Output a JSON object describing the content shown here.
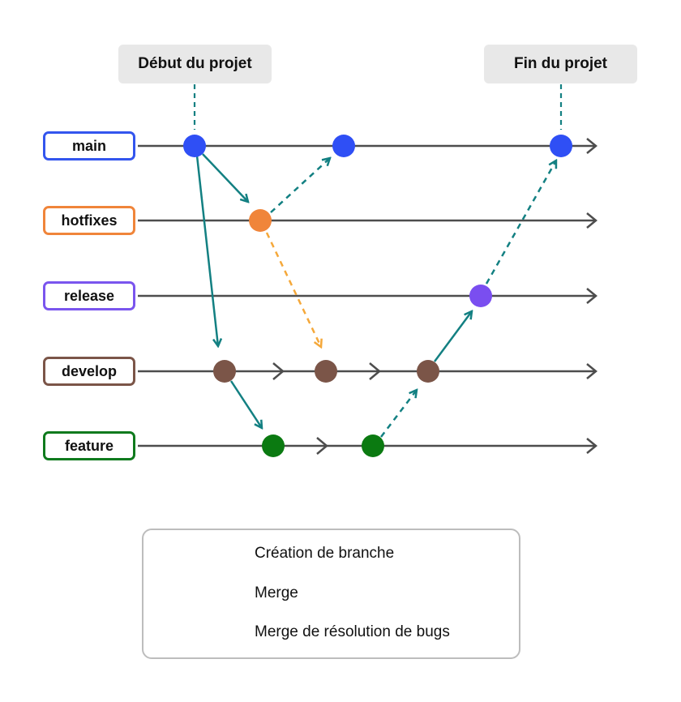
{
  "tags": {
    "start": "Début du projet",
    "end": "Fin du projet"
  },
  "branches": [
    {
      "id": "main",
      "label": "main",
      "color": "#3355ee"
    },
    {
      "id": "hotfixes",
      "label": "hotfixes",
      "color": "#f0853a"
    },
    {
      "id": "release",
      "label": "release",
      "color": "#7a55ee"
    },
    {
      "id": "develop",
      "label": "develop",
      "color": "#7b5548"
    },
    {
      "id": "feature",
      "label": "feature",
      "color": "#0f7a1d"
    }
  ],
  "colors": {
    "line": "#4d4d4d",
    "creation": "#138082",
    "merge": "#138082",
    "bugfix": "#f5a83a",
    "main_commit": "#2f4ff5",
    "hotfix_commit": "#f0853a",
    "release_commit": "#7a4ef0",
    "develop_commit": "#7b5548",
    "feature_commit": "#0b7a11"
  },
  "legend": {
    "creation": "Création de branche",
    "merge": "Merge",
    "bugfix": "Merge de résolution de bugs"
  }
}
